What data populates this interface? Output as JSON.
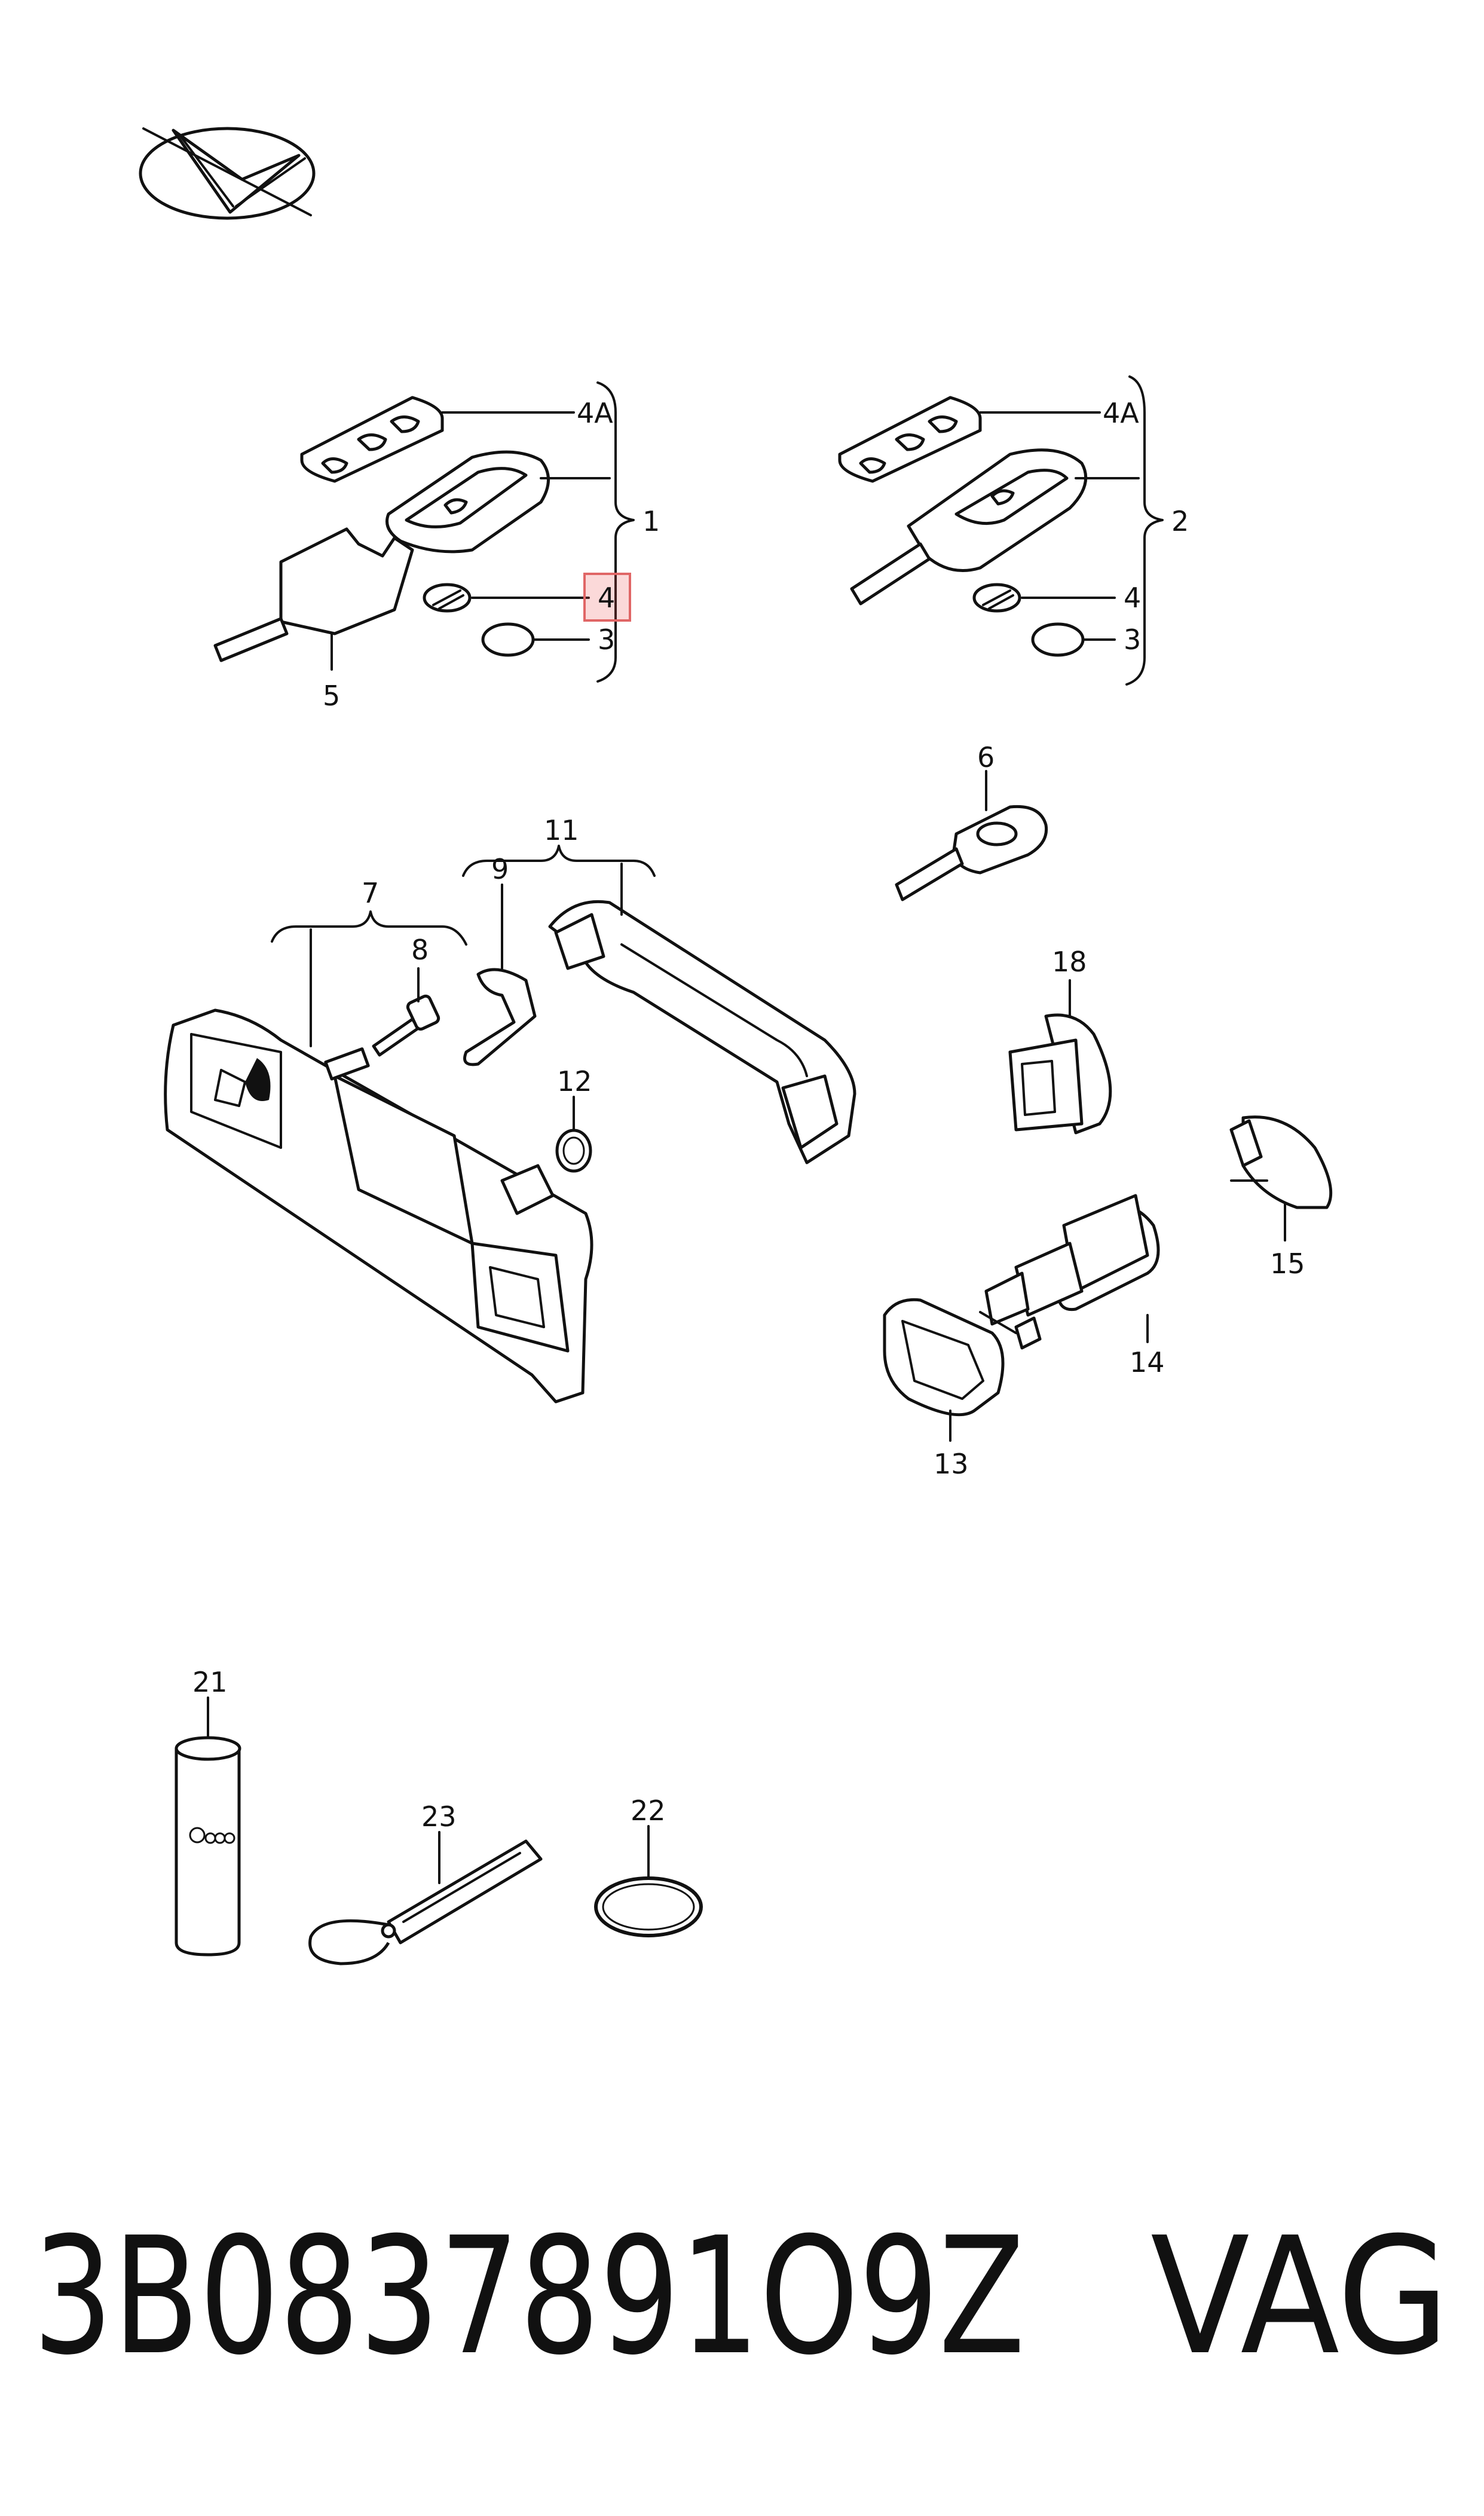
{
  "callouts": {
    "c4A_left": "4A",
    "c1": "1",
    "c4_left": "4",
    "c3_left": "3",
    "c5": "5",
    "c4A_right": "4A",
    "c2": "2",
    "c4_right": "4",
    "c3_right": "3",
    "c6": "6",
    "c7": "7",
    "c8": "8",
    "c9": "9",
    "c11": "11",
    "c12": "12",
    "c18": "18",
    "c13": "13",
    "c14": "14",
    "c15": "15",
    "c21": "21",
    "c22": "22",
    "c23": "23"
  },
  "caption": {
    "part_number": "3B0837891O9Z",
    "brand": "VAG"
  },
  "highlight": {
    "color": "#e06666"
  }
}
